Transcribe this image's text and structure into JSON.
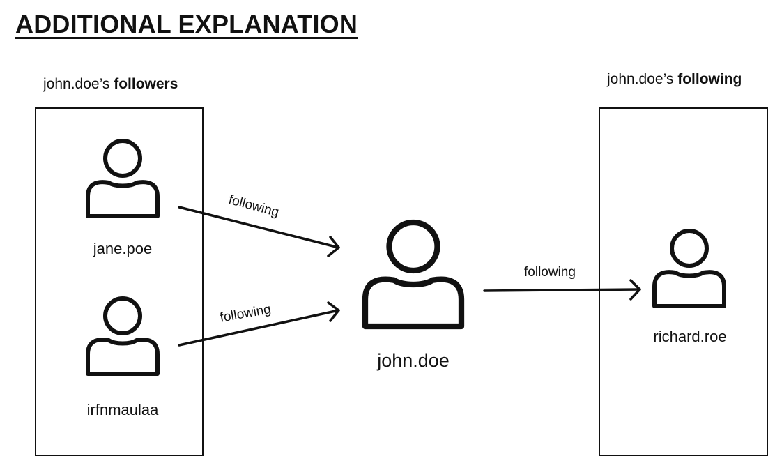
{
  "title": "ADDITIONAL EXPLANATION",
  "followers_heading": {
    "prefix": "john.doe’s ",
    "bold": "followers"
  },
  "following_heading": {
    "prefix": "john.doe’s ",
    "bold": "following"
  },
  "users": {
    "jane": {
      "name": "jane.poe",
      "icon": "user-icon"
    },
    "irfn": {
      "name": "irfnmaulaa",
      "icon": "user-icon"
    },
    "john": {
      "name": "john.doe",
      "icon": "user-icon"
    },
    "richard": {
      "name": "richard.roe",
      "icon": "user-icon"
    }
  },
  "edges": [
    {
      "from": "jane.poe",
      "to": "john.doe",
      "label": "following"
    },
    {
      "from": "irfnmaulaa",
      "to": "john.doe",
      "label": "following"
    },
    {
      "from": "john.doe",
      "to": "richard.roe",
      "label": "following"
    }
  ]
}
